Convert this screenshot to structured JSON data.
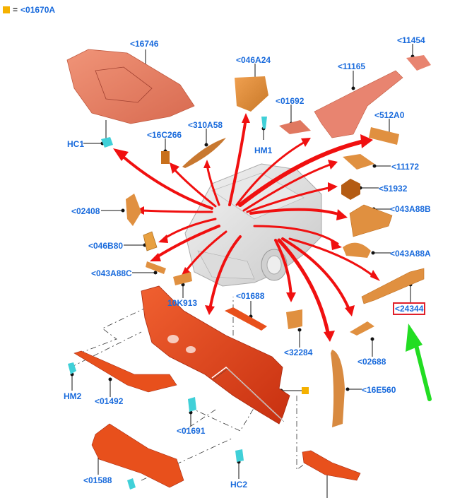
{
  "legend": {
    "symbol": "orange-square",
    "equals": "=",
    "code": "<01670A",
    "color": "#f5b100"
  },
  "colors": {
    "label": "#1a6bdc",
    "highlight_box": "#e0202a",
    "arrow": "#f01010",
    "pointer_arrow": "#22dd22",
    "panel": "#e8401c",
    "pad": "#e09040",
    "clip": "#40d0d8",
    "cover": "#e87a60"
  },
  "labels": {
    "l16746": "<16746",
    "lHC1": "HC1",
    "l16C266": "<16C266",
    "l310A58": "<310A58",
    "l046A24": "<046A24",
    "lHM1": "HM1",
    "l01692": "<01692",
    "l11165": "<11165",
    "l11454": "<11454",
    "l512A0": "<512A0",
    "l11172": "<11172",
    "l51932": "<51932",
    "l043A88B": "<043A88B",
    "l043A88A": "<043A88A",
    "l24344": "<24344",
    "l02688": "<02688",
    "l16E560": "<16E560",
    "l02408": "<02408",
    "l046B80": "<046B80",
    "l043A88C": "<043A88C",
    "l10K913": "10K913",
    "l01688": "<01688",
    "l32284": "<32284",
    "lHM2": "HM2",
    "l01492": "<01492",
    "l01691": "<01691",
    "l01588": "<01588",
    "lHC2": "HC2"
  },
  "highlighted_part": "<24344"
}
